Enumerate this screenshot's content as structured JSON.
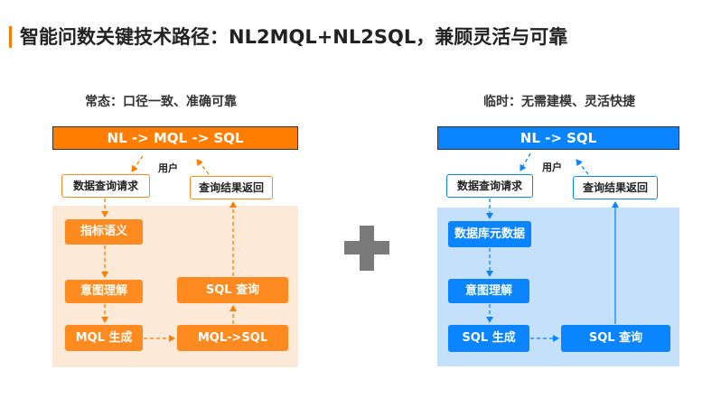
{
  "title": "智能问数关键技术路径：NL2MQL+NL2SQL，兼顾灵活与可靠",
  "left": {
    "panel_title": "常态：口径一致、准确可靠",
    "header": "NL -> MQL -> SQL",
    "user_label": "用户",
    "request": "数据查询请求",
    "return": "查询结果返回",
    "nodes": {
      "semantic": "指标语义",
      "intent": "意图理解",
      "mql_gen": "MQL 生成",
      "mql_sql": "MQL->SQL",
      "sql_query": "SQL 查询"
    }
  },
  "right": {
    "panel_title": "临时：无需建模、灵活快捷",
    "header": "NL -> SQL",
    "user_label": "用户",
    "request": "数据查询请求",
    "return": "查询结果返回",
    "nodes": {
      "metadata": "数据库元数据",
      "intent": "意图理解",
      "sql_gen": "SQL 生成",
      "sql_query": "SQL 查询"
    }
  },
  "colors": {
    "orange": "#ff7d00",
    "orange_light": "#fde9d7",
    "blue": "#0a84ff",
    "blue_light": "#c5e0fb",
    "plus": "#7a7a7a"
  },
  "icons": {
    "combine": "plus-icon"
  }
}
